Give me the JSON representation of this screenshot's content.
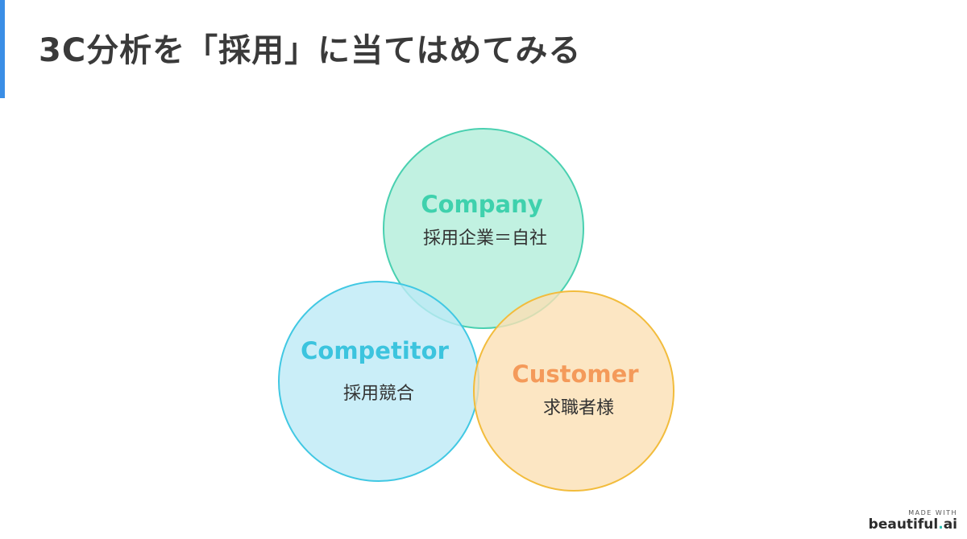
{
  "title": "3C分析を「採用」に当てはめてみる",
  "circles": [
    {
      "label": "Company",
      "sub": "採用企業＝自社",
      "fill": "#b6efdc",
      "stroke": "#49d0b0",
      "label_color": "#3fd1ad"
    },
    {
      "label": "Competitor",
      "sub": "採用競合",
      "fill": "#bdeaf6",
      "stroke": "#41c8e3",
      "label_color": "#3cc4de"
    },
    {
      "label": "Customer",
      "sub": "求職者様",
      "fill": "#fbe0b4",
      "stroke": "#f2bc3c",
      "label_color": "#f49a5a"
    }
  ],
  "colors": {
    "accent": "#3a8ee6"
  },
  "badge": {
    "made_with": "MADE WITH",
    "brand_main": "beautiful",
    "brand_dot": ".",
    "brand_suffix": "ai"
  }
}
